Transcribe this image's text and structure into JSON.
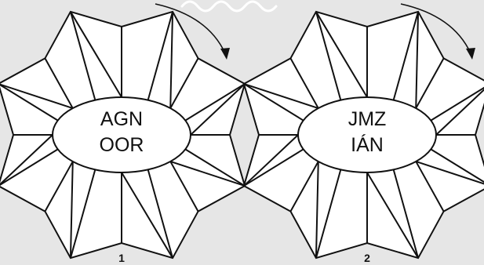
{
  "stars": [
    {
      "number": "1",
      "lines": [
        "AGN",
        "OOR"
      ]
    },
    {
      "number": "2",
      "lines": [
        "JMZ",
        "IÁN"
      ]
    }
  ],
  "colors": {
    "background": "#e6e6e6",
    "fill": "#ffffff",
    "stroke": "#111111"
  },
  "icons": {
    "rotation": "curved-arrow-clockwise-icon"
  }
}
